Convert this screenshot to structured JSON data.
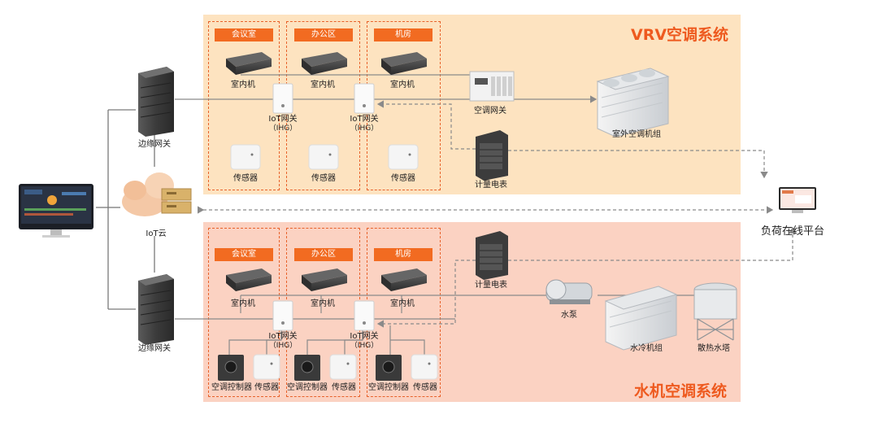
{
  "vrv": {
    "title": "VRV空调系统",
    "rooms": [
      "会议室",
      "办公区",
      "机房"
    ],
    "indoor_unit": "室内机",
    "iot_gateway": "IoT网关",
    "ihg": "（IHG）",
    "sensor": "传感器",
    "ac_gateway": "空调网关",
    "outdoor_unit": "室外空调机组",
    "meter": "计量电表"
  },
  "water": {
    "title": "水机空调系统",
    "rooms": [
      "会议室",
      "办公区",
      "机房"
    ],
    "indoor_unit": "室内机",
    "iot_gateway": "IoT网关",
    "ihg": "（IHG）",
    "controller": "空调控制器",
    "sensor": "传感器",
    "meter": "计量电表",
    "pump": "水泵",
    "chiller": "水冷机组",
    "cooling_tower": "散热水塔"
  },
  "left": {
    "edge_gateway_top": "边缘网关",
    "edge_gateway_bottom": "边缘网关",
    "iot_cloud": "IoT云"
  },
  "platform": {
    "label": "负荷在线平台"
  },
  "colors": {
    "vrv_bg": "#fde3c0",
    "water_bg": "#fbd2c2",
    "accent": "#f26b21",
    "title": "#ee5a1f"
  }
}
